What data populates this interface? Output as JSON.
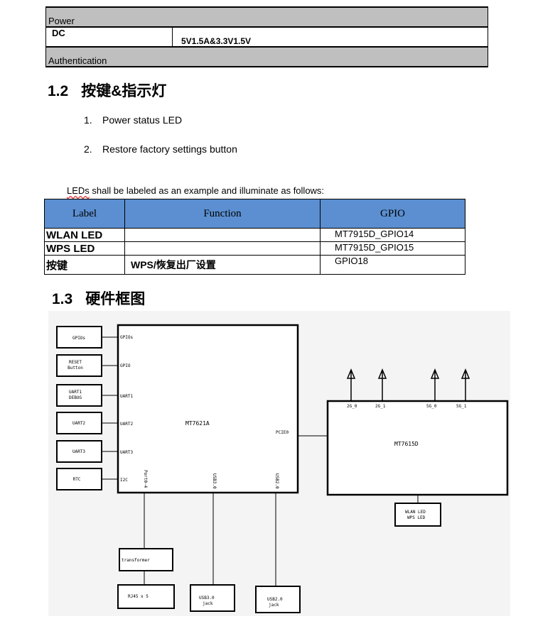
{
  "spec_table": {
    "power_header": "Power",
    "dc_label": "DC",
    "dc_value": "5V1.5A&3.3V1.5V",
    "auth_header": "Authentication"
  },
  "section_1_2": {
    "number": "1.2",
    "title": "按键&指示灯",
    "items": [
      {
        "n": "1.",
        "text": "Power status LED"
      },
      {
        "n": "2.",
        "text": "Restore factory settings button"
      }
    ]
  },
  "led_note": {
    "prefix": "LEDs",
    "rest": " shall be labeled as an example and illuminate as follows:"
  },
  "led_table": {
    "headers": [
      "Label",
      "Function",
      "GPIO"
    ],
    "rows": [
      [
        "WLAN LED",
        "",
        "MT7915D_GPIO14"
      ],
      [
        "WPS LED",
        "",
        "MT7915D_GPIO15"
      ],
      [
        "按键",
        "WPS/恢复出厂设置",
        "GPIO18"
      ]
    ]
  },
  "section_1_3": {
    "number": "1.3",
    "title": "硬件框图"
  },
  "diagram": {
    "left_boxes": [
      {
        "label": [
          "GPIOs"
        ],
        "pin": "GPIOs"
      },
      {
        "label": [
          "RESET",
          "Button"
        ],
        "pin": "GPIO"
      },
      {
        "label": [
          "UART1",
          "DEBUG"
        ],
        "pin": "UART1"
      },
      {
        "label": [
          "UART2"
        ],
        "pin": "UART2"
      },
      {
        "label": [
          "UART3"
        ],
        "pin": "UART3"
      },
      {
        "label": [
          "RTC"
        ],
        "pin": "I2C"
      }
    ],
    "soc_label": "MT7621A",
    "pcie_label": "PCIE0",
    "bottom_pins": [
      "Port0-4",
      "USB3.0",
      "USB2.0"
    ],
    "transformer_label": "transformer",
    "rj45_label": "RJ45 x 5",
    "usb3_jack": [
      "USB3.0",
      "jack"
    ],
    "usb2_jack": [
      "USB2.0",
      "jack"
    ],
    "wifi_label": "MT7615D",
    "antenna_labels": [
      "2G_0",
      "2G_1",
      "5G_0",
      "5G_1"
    ],
    "led_box": [
      "WLAN LED",
      "WPS LED"
    ]
  }
}
